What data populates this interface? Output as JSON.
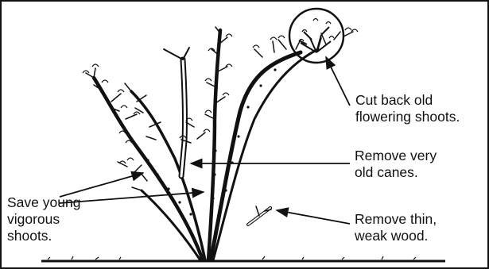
{
  "labels": {
    "cut_back": {
      "line1": "Cut back old",
      "line2": "flowering shoots."
    },
    "remove_old": {
      "line1": "Remove very",
      "line2": "old canes."
    },
    "save_young": {
      "line1": "Save young",
      "line2": "vigorous",
      "line3": "shoots."
    },
    "remove_thin": {
      "line1": "Remove thin,",
      "line2": "weak wood."
    }
  }
}
